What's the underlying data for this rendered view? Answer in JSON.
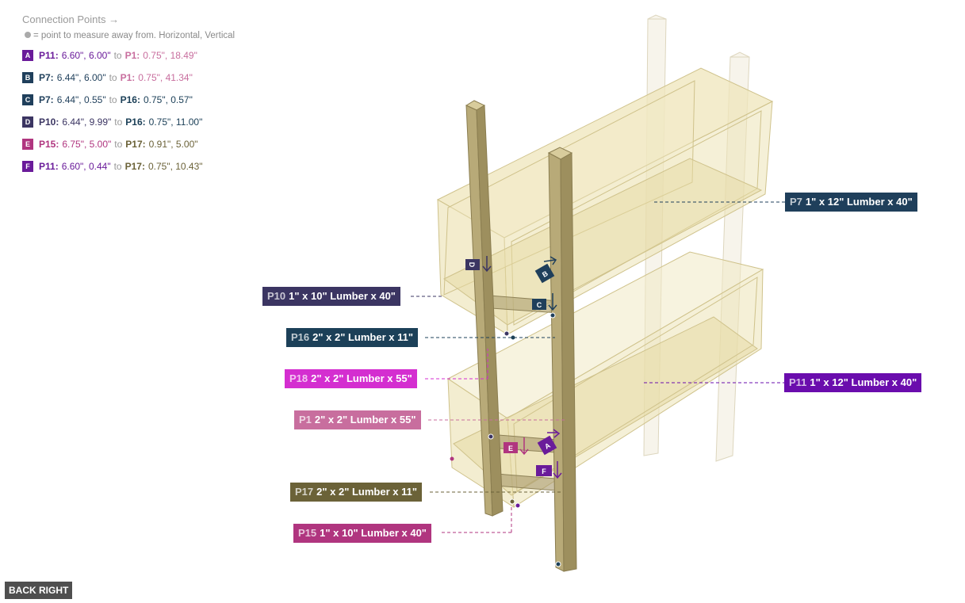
{
  "legend": {
    "title": "Connection Points →",
    "note": "= point to measure away from. Horizontal, Vertical",
    "items": [
      {
        "key": "A",
        "color": "#6a1b9a",
        "from_part": "P11:",
        "from_val": "6.60\", 6.00\"",
        "to": "to",
        "to_part": "P1:",
        "to_val": "0.75\", 18.49\"",
        "from_color": "#6a1b9a",
        "to_color": "#c86e9e"
      },
      {
        "key": "B",
        "color": "#1f3f5b",
        "from_part": "P7:",
        "from_val": "6.44\", 6.00\"",
        "to": "to",
        "to_part": "P1:",
        "to_val": "0.75\", 41.34\"",
        "from_color": "#1f3f5b",
        "to_color": "#c86e9e"
      },
      {
        "key": "C",
        "color": "#1f3f5b",
        "from_part": "P7:",
        "from_val": "6.44\", 0.55\"",
        "to": "to",
        "to_part": "P16:",
        "to_val": "0.75\", 0.57\"",
        "from_color": "#1f3f5b",
        "to_color": "#1c4058"
      },
      {
        "key": "D",
        "color": "#3b3562",
        "from_part": "P10:",
        "from_val": "6.44\", 9.99\"",
        "to": "to",
        "to_part": "P16:",
        "to_val": "0.75\", 11.00\"",
        "from_color": "#3b3562",
        "to_color": "#1c4058"
      },
      {
        "key": "E",
        "color": "#b0357f",
        "from_part": "P15:",
        "from_val": "6.75\", 5.00\"",
        "to": "to",
        "to_part": "P17:",
        "to_val": "0.91\", 5.00\"",
        "from_color": "#b0357f",
        "to_color": "#6b6238"
      },
      {
        "key": "F",
        "color": "#6a1b9a",
        "from_part": "P11:",
        "from_val": "6.60\", 0.44\"",
        "to": "to",
        "to_part": "P17:",
        "to_val": "0.75\", 10.43\"",
        "from_color": "#6a1b9a",
        "to_color": "#6b6238"
      }
    ]
  },
  "parts": [
    {
      "id": "P7",
      "desc": "1\" x 12\" Lumber  x 40\"",
      "color": "#1f3f5b"
    },
    {
      "id": "P10",
      "desc": "1\" x 10\" Lumber  x 40\"",
      "color": "#3b3562"
    },
    {
      "id": "P16",
      "desc": "2\" x 2\" Lumber x 11\"",
      "color": "#1c4058"
    },
    {
      "id": "P18",
      "desc": "2\" x 2\" Lumber x 55\"",
      "color": "#d42ed0"
    },
    {
      "id": "P11",
      "desc": "1\" x 12\" Lumber  x 40\"",
      "color": "#6a0dad"
    },
    {
      "id": "P1",
      "desc": "2\" x 2\" Lumber x 55\"",
      "color": "#c86e9e"
    },
    {
      "id": "P17",
      "desc": "2\" x 2\" Lumber x 11\"",
      "color": "#6b6238"
    },
    {
      "id": "P15",
      "desc": "1\" x 10\" Lumber  x 40\"",
      "color": "#b0357f"
    }
  ],
  "view_button": "BACK RIGHT"
}
